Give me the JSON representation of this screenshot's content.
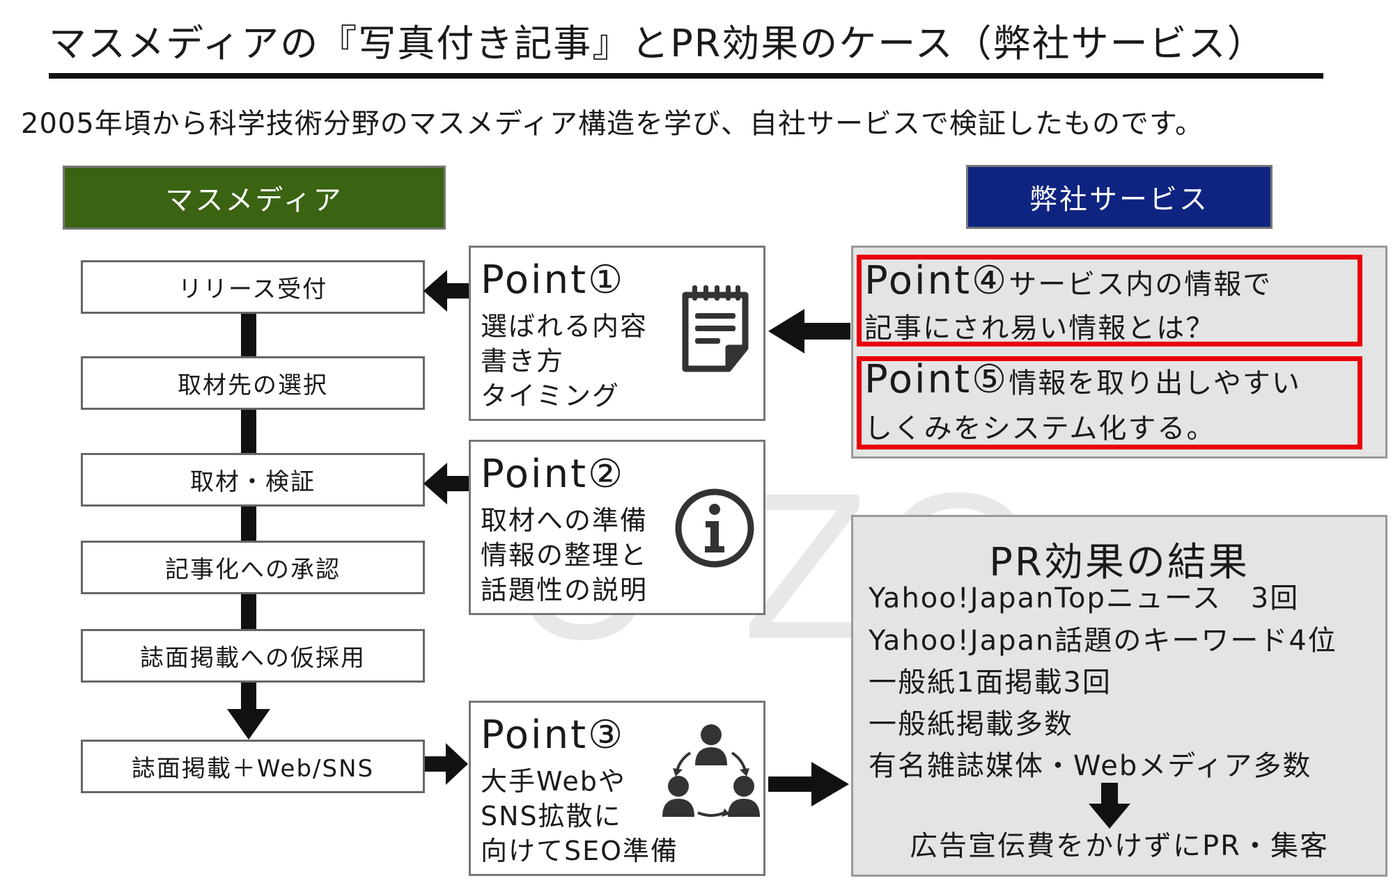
{
  "title": "マスメディアの『写真付き記事』とPR効果のケース（弊社サービス）",
  "subtitle": "2005年頃から科学技術分野のマスメディア構造を学び、自社サービスで検証したものです。",
  "columns": {
    "mass_media": "マスメディア",
    "our_service": "弊社サービス"
  },
  "flow_steps": [
    "リリース受付",
    "取材先の選択",
    "取材・検証",
    "記事化への承認",
    "誌面掲載への仮採用",
    "誌面掲載＋Web/SNS"
  ],
  "points": [
    {
      "label": "Point①",
      "lines": [
        "選ばれる内容",
        "書き方",
        "タイミング"
      ],
      "icon": "notepad-icon"
    },
    {
      "label": "Point②",
      "lines": [
        "取材への準備",
        "情報の整理と",
        "話題性の説明"
      ],
      "icon": "info-icon"
    },
    {
      "label": "Point③",
      "lines": [
        "大手Webや",
        "SNS拡散に",
        "向けてSEO準備"
      ],
      "icon": "people-cycle-icon"
    }
  ],
  "service_points": [
    {
      "label": "Point④",
      "line1": "サービス内の情報で",
      "line2": "記事にされ易い情報とは？"
    },
    {
      "label": "Point⑤",
      "line1": "情報を取り出しやすい",
      "line2": "しくみをシステム化する。"
    }
  ],
  "result": {
    "title": "PR効果の結果",
    "items": [
      "Yahoo!JapanTopニュース　3回",
      "Yahoo!Japan話題のキーワード4位",
      "一般紙1面掲載3回",
      "一般紙掲載多数",
      "有名雑誌媒体・Webメディア多数"
    ],
    "conclusion": "広告宣伝費をかけずにPR・集客"
  },
  "watermark": "U-ZO",
  "colors": {
    "mass_media_header": "#3a6312",
    "service_header": "#0f2480",
    "highlight_border": "#e8000b",
    "panel_bg": "#e4e4e4"
  }
}
